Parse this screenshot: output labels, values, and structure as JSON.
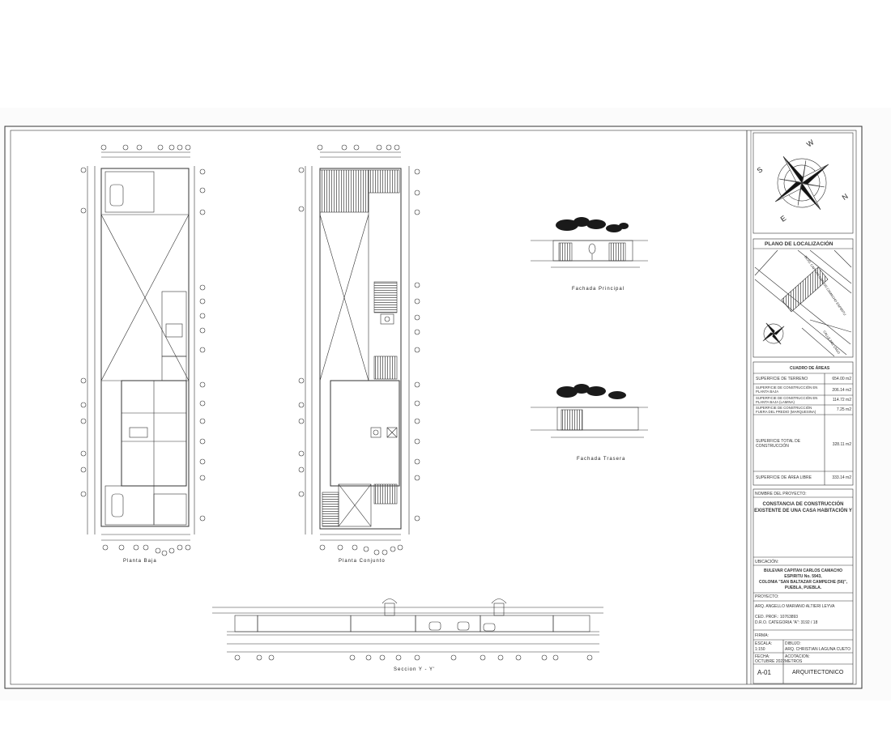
{
  "drawings": {
    "planta_baja": "Planta Baja",
    "planta_conjunto": "Planta Conjunto",
    "fachada_principal": "Fachada Principal",
    "fachada_trasera": "Fachada Trasera",
    "seccion": "Seccion Y - Y'"
  },
  "compass": {
    "n": "N",
    "s": "S",
    "e": "E",
    "w": "W"
  },
  "localizacion": {
    "title": "PLANO DE LOCALIZACIÓN",
    "street_1": "BLVD. CAPITAN CARLOS CAMACHO ESPIRITU",
    "street_2": "CALLE DEL LAGO"
  },
  "cuadro_areas": {
    "title": "CUADRO DE ÁREAS",
    "rows": [
      {
        "label": "SUPERFICIE DE TERRENO",
        "value": "654.00 m2"
      },
      {
        "label": "SUPERFICIE DE CONSTRUCCIÓN EN PLANTA BAJA",
        "value": "206.14 m2"
      },
      {
        "label": "SUPERFICIE DE CONSTRUCCIÓN EN PLANTA BAJA (LAMINA)",
        "value": "114.72 m2"
      },
      {
        "label": "SUPERFICIE DE CONSTRUCCIÓN FUERA DEL PREDIO (MARQUESINA)",
        "value": "7.25 m2"
      },
      {
        "label": "SUPERFICIE TOTAL DE CONSTRUCCIÓN",
        "value": "328.11 m2"
      },
      {
        "label": "SUPERFICIE DE ÁREA LIBRE",
        "value": "333.14 m2"
      }
    ]
  },
  "nombre_proyecto": {
    "label": "NOMBRE DEL PROYECTO:",
    "line1": "CONSTANCIA DE CONSTRUCCIÓN",
    "line2": "EXISTENTE DE UNA CASA HABITACIÓN Y"
  },
  "ubicacion": {
    "label": "UBICACIÓN:",
    "line1": "BULEVAR CAPITAN CARLOS CAMACHO",
    "line2": "ESPIRITU No. 5943,",
    "line3": "COLONIA \"SAN BALTAZAR CAMPECHE (56)\",",
    "line4": "PUEBLA, PUEBLA."
  },
  "proyecto": {
    "label": "PROYECTO:",
    "name": "ARQ. ANGELLO MARIANO ALTIERI LEYVA",
    "ced": "CED. PROF.: 10763893",
    "dro": "D.R.O. CATEGORIA \"A\": 3192 / 18"
  },
  "firma": {
    "label": "FIRMA:"
  },
  "escala": {
    "label": "ESCALA:",
    "value": "1:150"
  },
  "dibujo": {
    "label": "DIBUJO:",
    "value": "ARQ. CHRISTIAN LAGUNA CUETO"
  },
  "fecha": {
    "label": "FECHA:",
    "value": "OCTUBRE 2022"
  },
  "acotacion": {
    "label": "ACOTACION:",
    "value": "METROS"
  },
  "sheet": {
    "number": "A-01",
    "name": "ARQUITECTONICO"
  },
  "colors": {
    "line": "#333333",
    "hatch": "#555555",
    "paper": "#ffffff",
    "tree": "#1a1a1a"
  }
}
